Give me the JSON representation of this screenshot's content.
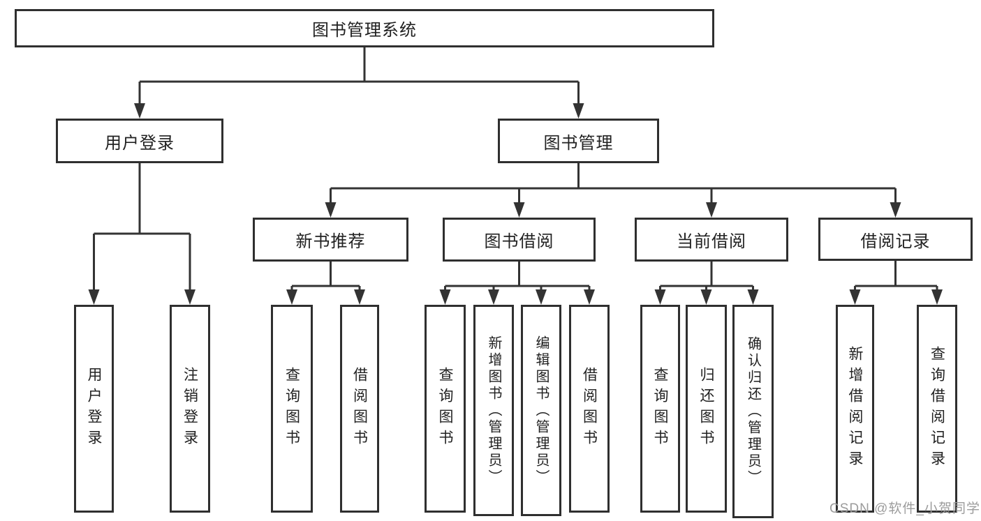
{
  "tree": {
    "root": {
      "label": "图书管理系统",
      "children": [
        {
          "label": "用户登录",
          "children": [
            {
              "label": "用户登录"
            },
            {
              "label": "注销登录"
            }
          ]
        },
        {
          "label": "图书管理",
          "children": [
            {
              "label": "新书推荐",
              "children": [
                {
                  "label": "查询图书"
                },
                {
                  "label": "借阅图书"
                }
              ]
            },
            {
              "label": "图书借阅",
              "children": [
                {
                  "label": "查询图书"
                },
                {
                  "label": "新增图书（管理员）"
                },
                {
                  "label": "编辑图书（管理员）"
                },
                {
                  "label": "借阅图书"
                }
              ]
            },
            {
              "label": "当前借阅",
              "children": [
                {
                  "label": "查询图书"
                },
                {
                  "label": "归还图书"
                },
                {
                  "label": "确认归还（管理员）"
                }
              ]
            },
            {
              "label": "借阅记录",
              "children": [
                {
                  "label": "新增借阅记录"
                },
                {
                  "label": "查询借阅记录"
                }
              ]
            }
          ]
        }
      ]
    }
  },
  "watermark": {
    "text": "CSDN @软件_小贺同学"
  },
  "colors": {
    "line": "#333333",
    "box_border": "#2f2f2f",
    "text": "#212121",
    "background": "#ffffff",
    "watermark": "#9c9c9c"
  }
}
